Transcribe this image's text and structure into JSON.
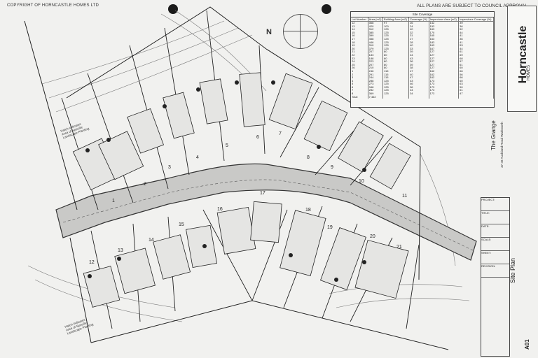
{
  "header": {
    "copyright": "COPYRIGHT OF HORNCASTLE HOMES LTD",
    "approval_note": "ALL PLANS ARE SUBJECT TO COUNCIL APPROVAL"
  },
  "north_label": "N",
  "coverage_table": {
    "caption": "Site Coverage",
    "columns": [
      "Lot Number",
      "Area (m2)",
      "Building Area (m2)",
      "Coverage (%)",
      "Impervious Area (m2)",
      "Impervious Coverage (%)"
    ],
    "rows": [
      [
        "12",
        "368",
        "97",
        "26",
        "142",
        "39"
      ],
      [
        "13",
        "420",
        "100",
        "24",
        "153",
        "36"
      ],
      [
        "14",
        "312",
        "125",
        "40",
        "163",
        "52"
      ],
      [
        "15",
        "385",
        "125",
        "32",
        "170",
        "44"
      ],
      [
        "16",
        "399",
        "125",
        "31",
        "165",
        "41"
      ],
      [
        "17",
        "458",
        "125",
        "27",
        "163",
        "36"
      ],
      [
        "18",
        "446",
        "125",
        "28",
        "183",
        "41"
      ],
      [
        "19",
        "310",
        "125",
        "40",
        "163",
        "53"
      ],
      [
        "20",
        "379",
        "125",
        "33",
        "167",
        "44"
      ],
      [
        "21",
        "207",
        "80",
        "39",
        "127",
        "61"
      ],
      [
        "22",
        "183",
        "80",
        "44",
        "127",
        "69"
      ],
      [
        "23",
        "188",
        "80",
        "43",
        "127",
        "68"
      ],
      [
        "24",
        "223",
        "80",
        "36",
        "127",
        "57"
      ],
      [
        "25",
        "207",
        "80",
        "39",
        "127",
        "61"
      ],
      [
        "26",
        "210",
        "80",
        "38",
        "127",
        "60"
      ],
      [
        "1",
        "246",
        "115",
        "47",
        "162",
        "66"
      ],
      [
        "2",
        "291",
        "115",
        "40",
        "162",
        "56"
      ],
      [
        "3",
        "244",
        "115",
        "47",
        "162",
        "66"
      ],
      [
        "4",
        "288",
        "125",
        "43",
        "173",
        "60"
      ],
      [
        "5",
        "273",
        "125",
        "46",
        "173",
        "63"
      ],
      [
        "6",
        "348",
        "125",
        "36",
        "173",
        "50"
      ],
      [
        "7",
        "282",
        "125",
        "44",
        "173",
        "61"
      ],
      [
        "8",
        "369",
        "125",
        "34",
        "173",
        "47"
      ],
      [
        "Total",
        "7,462",
        "",
        "",
        "",
        ""
      ]
    ]
  },
  "brand": {
    "name": "Horncastle",
    "sub": "HOMES"
  },
  "project": {
    "name": "The Grange",
    "address": "47-49 Auckland Road Warkworth"
  },
  "sheet": {
    "title": "Site Plan",
    "number": "A01",
    "fields": [
      "PROJECT:",
      "TITLE:",
      "DATE:",
      "SCALE:",
      "SHEET:",
      "REVISION:"
    ]
  },
  "lot_numbers": [
    "1",
    "2",
    "3",
    "4",
    "5",
    "6",
    "7",
    "8",
    "9",
    "10",
    "11",
    "12",
    "13",
    "14",
    "15",
    "16",
    "17",
    "18",
    "19",
    "20",
    "21"
  ],
  "notes": {
    "north": "Hatch indicates Area of Specific Landscape Planting",
    "south": "Hatch indicates Area of Specific Landscape Planting"
  }
}
